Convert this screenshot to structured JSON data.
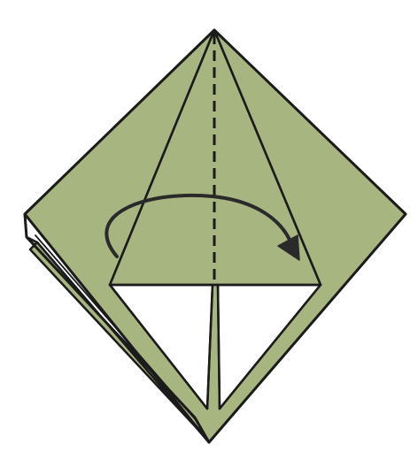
{
  "diagram": {
    "type": "origami-step",
    "colors": {
      "paper_front": "#a7b581",
      "paper_back": "#ffffff",
      "background": "#ffffff",
      "line": "#1b1b1b",
      "arrow": "#2a2a2a"
    },
    "elements": {
      "valley_fold_line": "dashed",
      "arrow_direction": "left-to-right"
    },
    "icons": {
      "arrow": "curved-fold-arrow"
    }
  }
}
